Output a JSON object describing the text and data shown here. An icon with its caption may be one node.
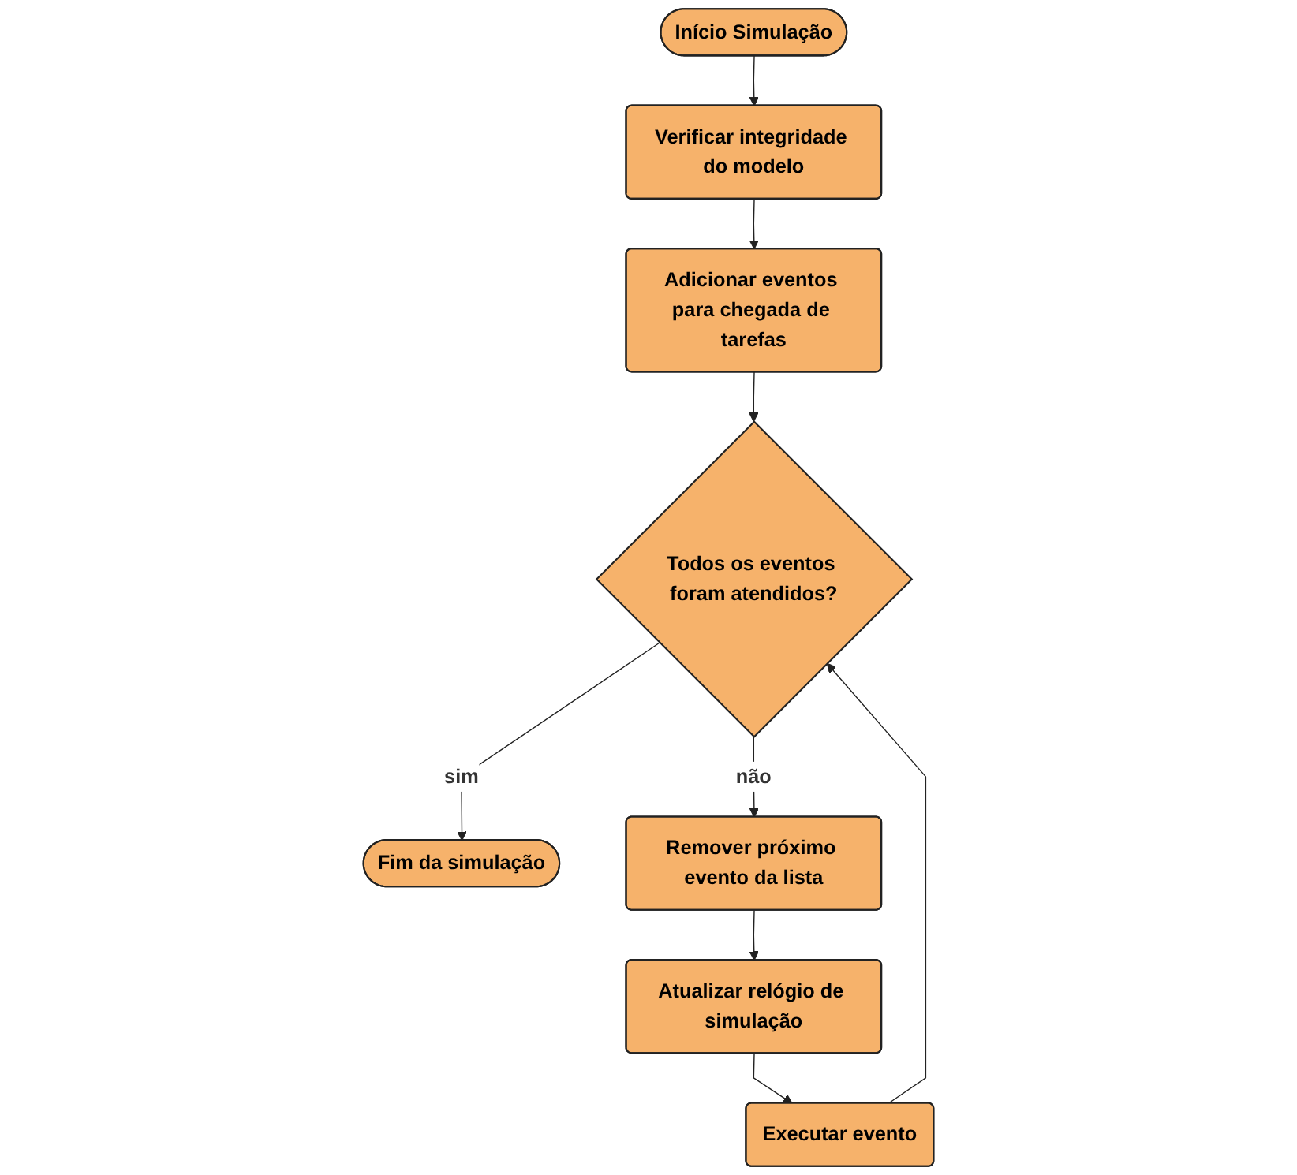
{
  "diagram": {
    "nodes": [
      {
        "text": [
          "Início Simulação"
        ]
      },
      {
        "text": [
          "Verificar integridade do modelo"
        ]
      },
      {
        "text": [
          "Adicionar eventos para chegada de tarefas"
        ]
      },
      {
        "text": [
          "Executar evento"
        ]
      },
      {
        "text": [
          "Todos os eventos foram atendidos?"
        ]
      },
      {
        "text": [
          "Atualizar relógio de simulação"
        ]
      },
      {
        "text": [
          "Fim da simulação"
        ]
      },
      {
        "text": [
          "Remover próximo evento da lista"
        ]
      }
    ],
    "edges": [
      {
        "from": 0,
        "to": 1,
        "arrow": "to"
      },
      {
        "from": 1,
        "to": 2,
        "arrow": "to"
      },
      {
        "from": 2,
        "to": 4,
        "arrow": "to"
      },
      {
        "from": 3,
        "to": 4,
        "arrow": "to"
      },
      {
        "from": 4,
        "to": 7,
        "arrow": "to",
        "label": "não"
      },
      {
        "from": 4,
        "to": 6,
        "arrow": "to",
        "label": "sim"
      },
      {
        "from": 7,
        "to": 5,
        "arrow": "to"
      },
      {
        "from": 5,
        "to": 3,
        "arrow": "to"
      }
    ]
  }
}
